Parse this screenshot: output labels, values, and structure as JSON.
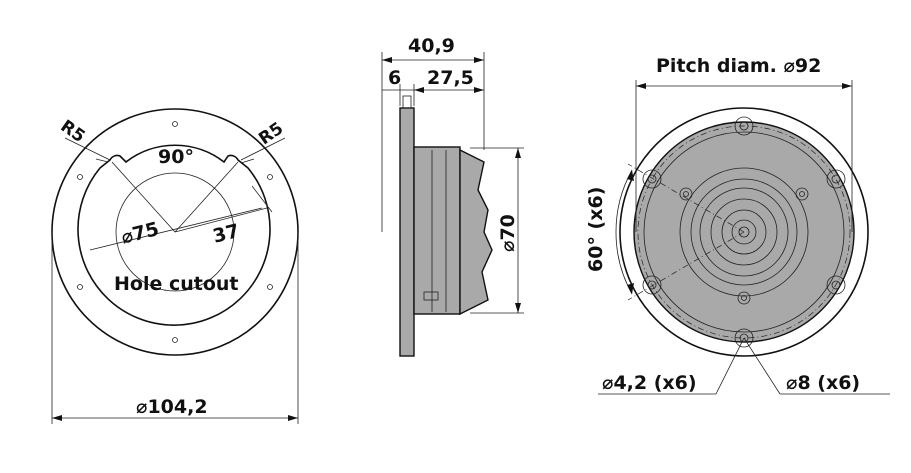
{
  "front_view": {
    "hole_cutout_label": "Hole cutout",
    "angle_label": "90°",
    "radius_left_label": "R5",
    "radius_right_label": "R5",
    "cutout_diameter_label": "⌀75",
    "radius_label": "37",
    "outer_diameter_label": "⌀104,2"
  },
  "side_view": {
    "total_depth_label": "40,9",
    "flange_thickness_label": "6",
    "body_depth_label": "27,5",
    "body_diameter_label": "⌀70"
  },
  "rear_view": {
    "pitch_diameter_label": "Pitch diam. ⌀92",
    "angle_label": "60° (x6)",
    "hole_diameter_label": "⌀4,2 (x6)",
    "boss_diameter_label": "⌀8 (x6)"
  },
  "colors": {
    "part_fill": "#a9a9a9",
    "line": "#111111"
  }
}
